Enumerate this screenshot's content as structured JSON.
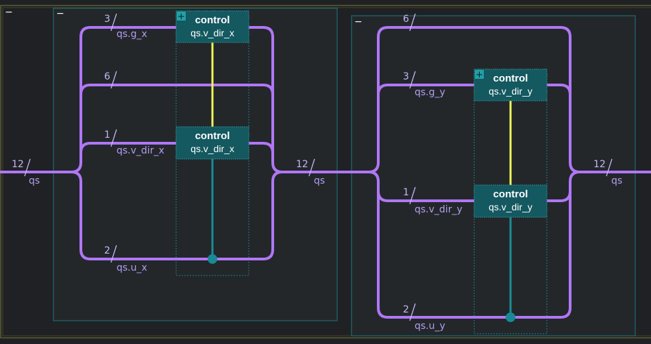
{
  "colors": {
    "background": "#202124",
    "outer_frame": "#5e5e33",
    "group_frame": "#1f6b70",
    "wire": "#b077f5",
    "control_box_fill": "#145860",
    "control_line_active": "#eef55a",
    "control_line_target": "#1a8d99",
    "control_dot": "#178a96"
  },
  "icons": {
    "collapse": "minus-icon",
    "expand": "plus-icon",
    "collapse_glyph": "−",
    "expand_glyph": "+"
  },
  "wires": {
    "input": {
      "count": "12",
      "label": "qs"
    },
    "middle": {
      "count": "12",
      "label": "qs"
    },
    "output": {
      "count": "12",
      "label": "qs"
    }
  },
  "groups": [
    {
      "registers": [
        {
          "count": "3",
          "label": "qs.g_x"
        },
        {
          "count": "6",
          "label": ""
        },
        {
          "count": "1",
          "label": "qs.v_dir_x"
        },
        {
          "count": "2",
          "label": "qs.u_x"
        }
      ],
      "boxes": [
        {
          "title": "control",
          "subtitle": "qs.v_dir_x"
        },
        {
          "title": "control",
          "subtitle": "qs.v_dir_x"
        }
      ]
    },
    {
      "registers": [
        {
          "count": "6",
          "label": ""
        },
        {
          "count": "3",
          "label": "qs.g_y"
        },
        {
          "count": "1",
          "label": "qs.v_dir_y"
        },
        {
          "count": "2",
          "label": "qs.u_y"
        }
      ],
      "boxes": [
        {
          "title": "control",
          "subtitle": "qs.v_dir_y"
        },
        {
          "title": "control",
          "subtitle": "qs.v_dir_y"
        }
      ]
    }
  ]
}
